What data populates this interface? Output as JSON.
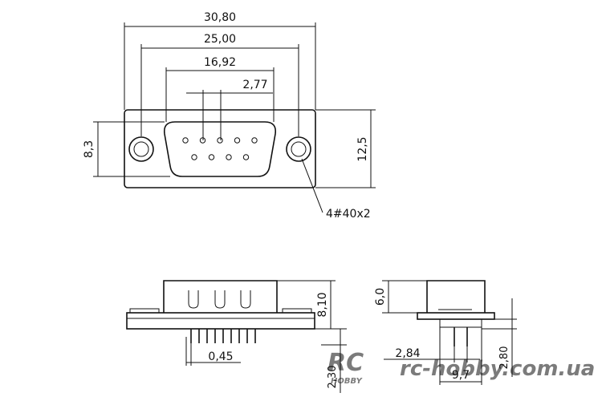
{
  "top_view": {
    "dims": {
      "overall_width": "30,80",
      "hole_spacing": "25,00",
      "shell_width": "16,92",
      "pin_pitch": "2,77",
      "shell_height": "8,3",
      "overall_height": "12,5"
    },
    "screw_callout": "4#40x2",
    "pins_top_row": 5,
    "pins_bottom_row": 4
  },
  "front_view": {
    "dims": {
      "height": "8,10",
      "pin_width": "0,45",
      "pin_length": "2,30"
    },
    "pin_count": 9
  },
  "side_view": {
    "dims": {
      "shell_height": "6,0",
      "row_spacing": "2,84",
      "depth": "9,7",
      "pin_length": "2,80"
    }
  },
  "watermark": {
    "logo_text": "RC",
    "logo_sub": "HOBBY",
    "url": "rc-hobby.com.ua"
  }
}
